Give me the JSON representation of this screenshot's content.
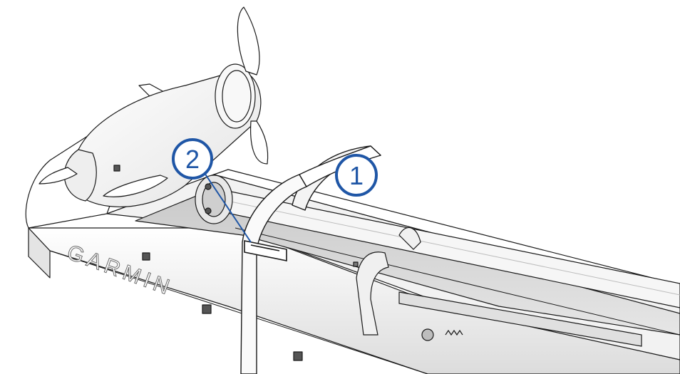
{
  "illustration": {
    "brand_text": "GARMIN",
    "callouts": [
      {
        "id": "1",
        "label": "1",
        "part": "strap"
      },
      {
        "id": "2",
        "label": "2",
        "part": "buckle"
      }
    ]
  },
  "colors": {
    "line": "#1a1a1a",
    "callout": "#1f56a6",
    "body": "#ffffff",
    "shade": "#d9d9d9",
    "shade_dark": "#a9a9a9"
  }
}
